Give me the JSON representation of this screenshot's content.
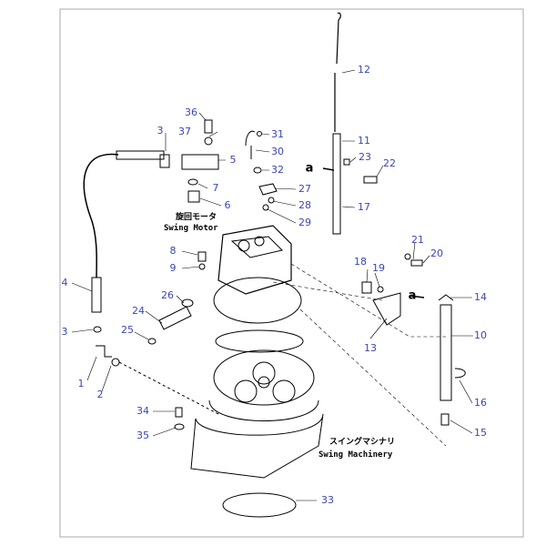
{
  "captions": {
    "swing_motor_jp": "旋回モータ",
    "swing_motor_en": "Swing Motor",
    "swing_machinery_jp": "スイングマシナリ",
    "swing_machinery_en": "Swing Machinery"
  },
  "arrow_marks": [
    "a",
    "a"
  ],
  "part_numbers": [
    "36",
    "37",
    "3",
    "31",
    "30",
    "5",
    "32",
    "7",
    "6",
    "27",
    "28",
    "29",
    "12",
    "11",
    "23",
    "22",
    "17",
    "8",
    "9",
    "21",
    "20",
    "18",
    "19",
    "4",
    "26",
    "14",
    "13",
    "10",
    "3",
    "24",
    "25",
    "1",
    "2",
    "16",
    "34",
    "35",
    "15",
    "33"
  ],
  "colors": {
    "label": "#3c46b4",
    "line": "#000000"
  }
}
